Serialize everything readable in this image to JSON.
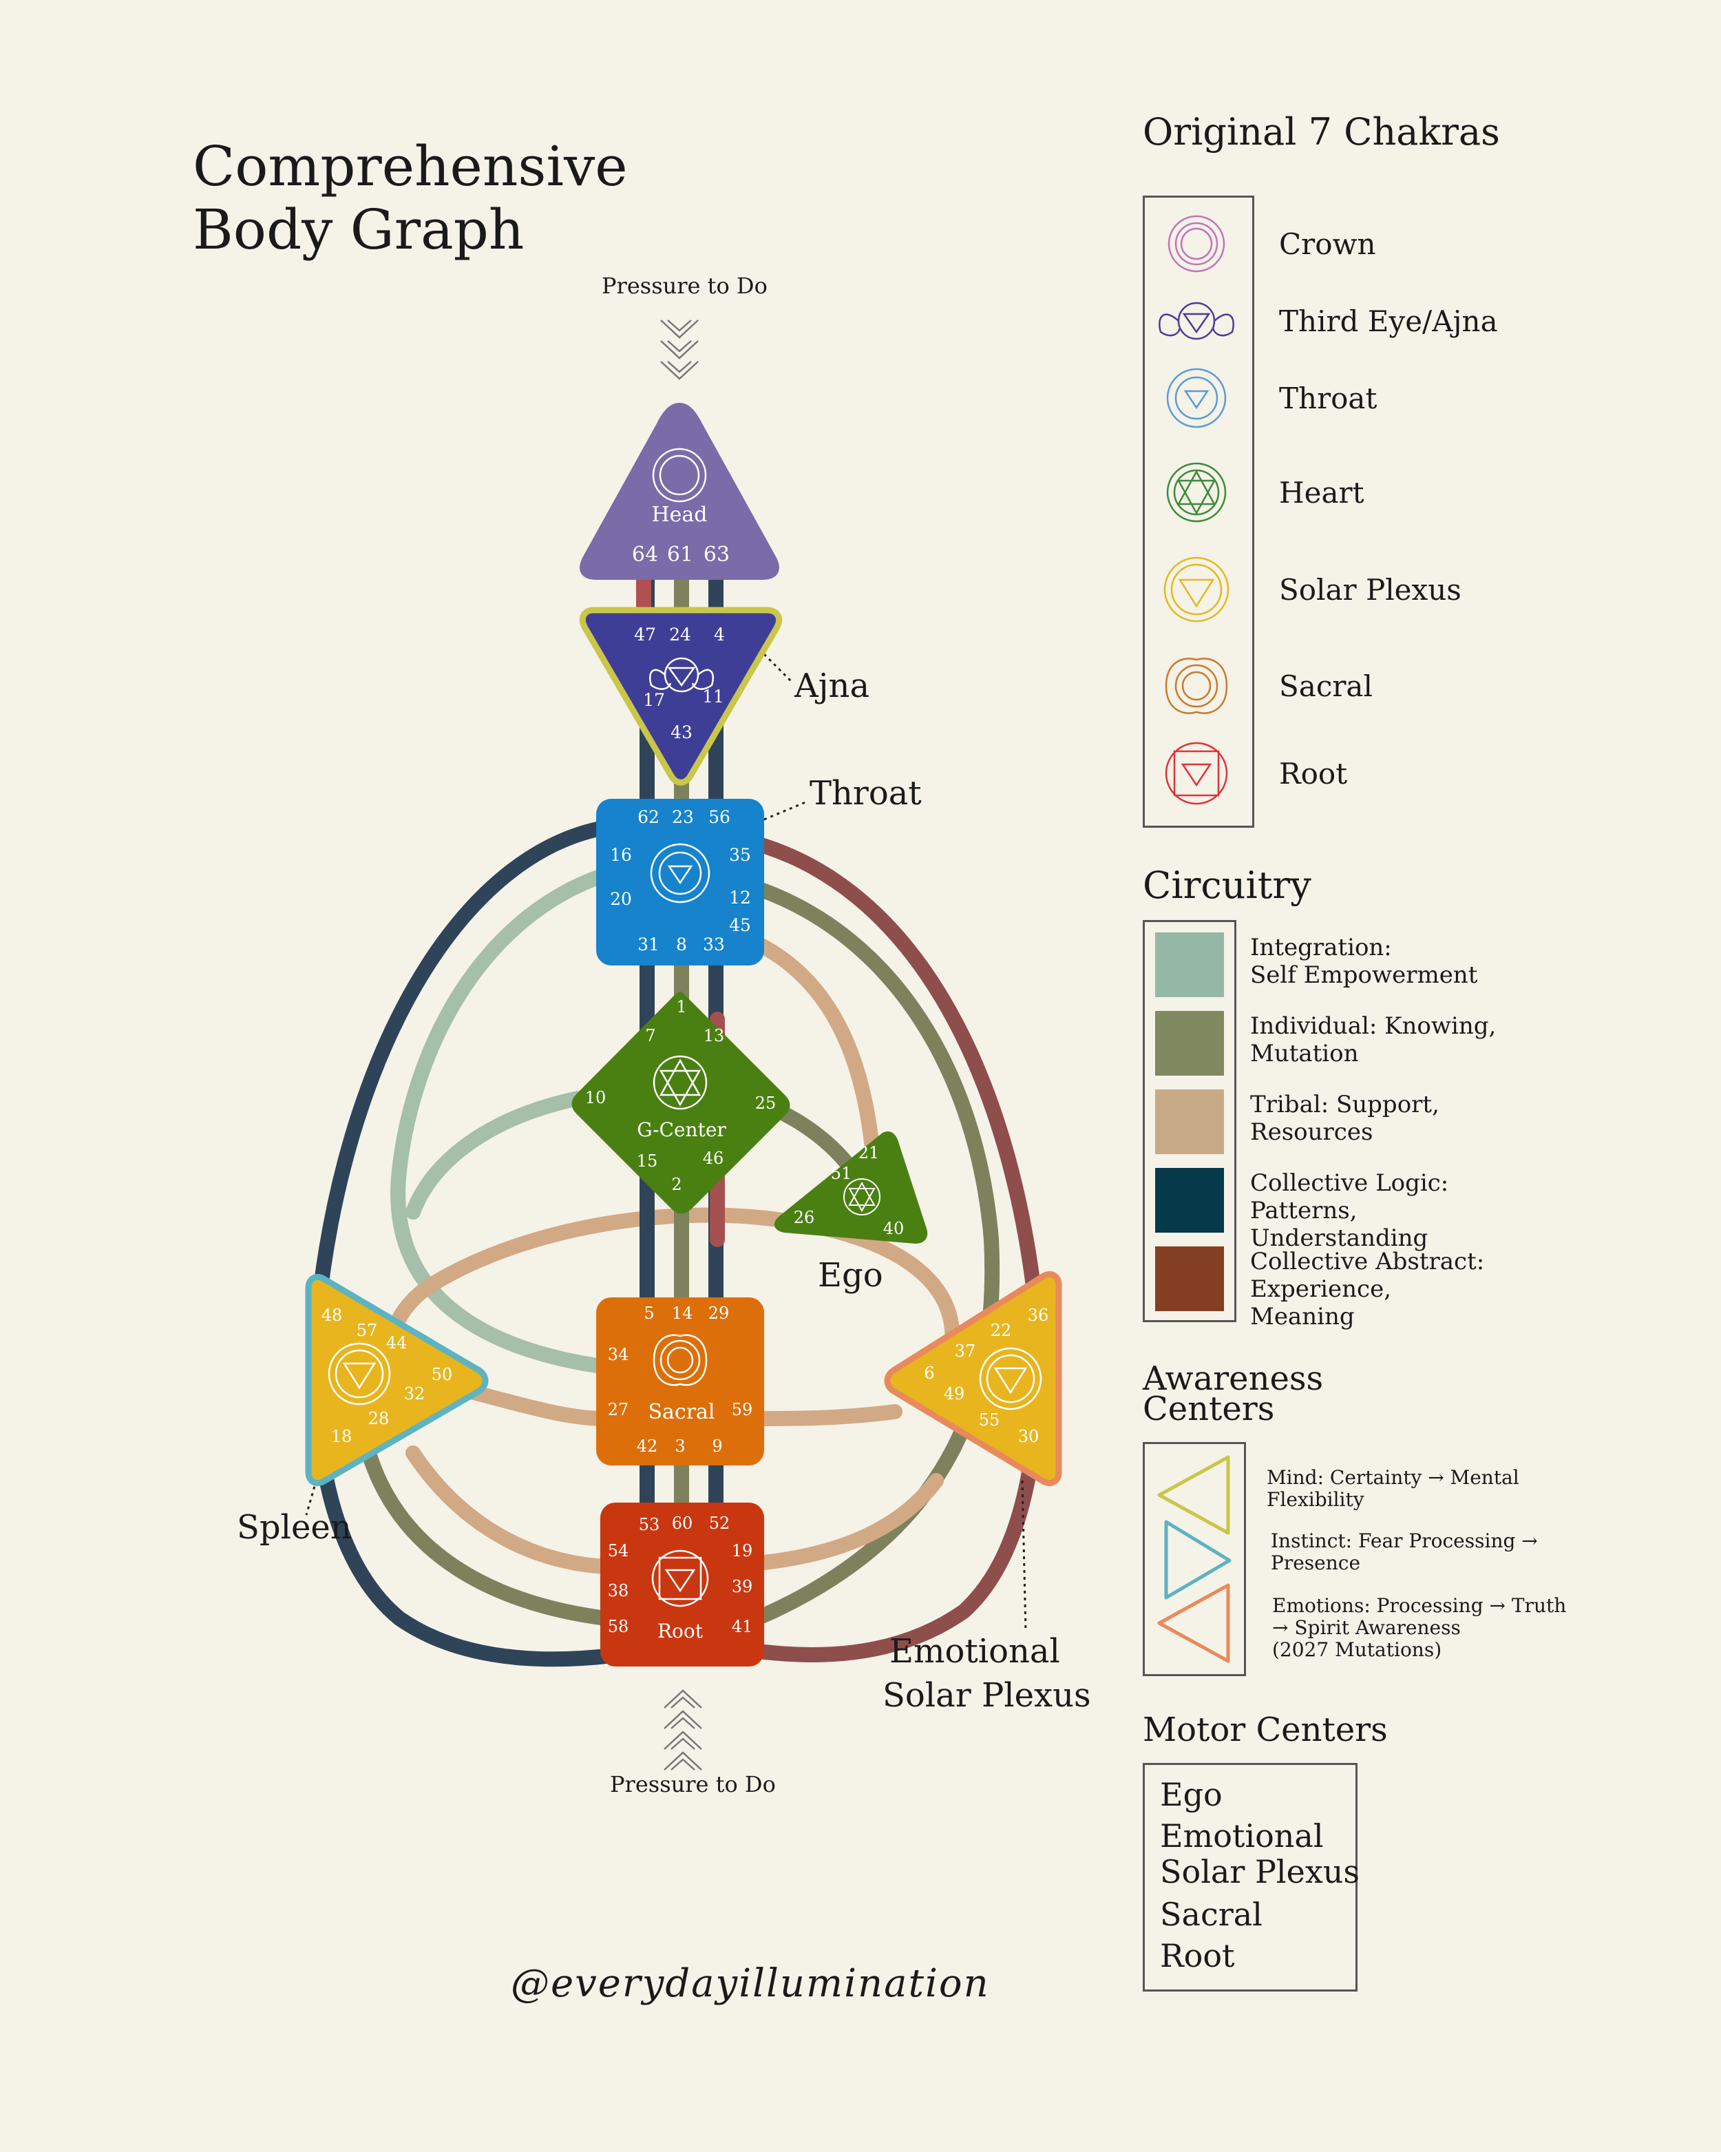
{
  "title": [
    "Comprehensive",
    "Body Graph"
  ],
  "pressure_top": "Pressure to Do",
  "pressure_bottom": "Pressure to Do",
  "signature": "@everydayillumination",
  "callouts": {
    "ajna": "Ajna",
    "throat": "Throat",
    "ego": "Ego",
    "spleen": "Spleen",
    "solar": [
      "Emotional",
      "Solar Plexus"
    ]
  },
  "centers": {
    "head": {
      "name": "Head",
      "color": "#7b6ba8",
      "gates": [
        "64",
        "61",
        "63"
      ]
    },
    "ajna": {
      "color": "#3f3e96",
      "border": "#c9c64a",
      "gates": [
        "47",
        "24",
        "4",
        "17",
        "11",
        "43"
      ]
    },
    "throat": {
      "color": "#1683cc",
      "gates": [
        "62",
        "23",
        "56",
        "16",
        "35",
        "20",
        "12",
        "45",
        "31",
        "8",
        "33"
      ]
    },
    "g": {
      "name": "G-Center",
      "color": "#4a8012",
      "gates": [
        "1",
        "7",
        "13",
        "10",
        "25",
        "15",
        "46",
        "2"
      ]
    },
    "ego": {
      "color": "#4a8012",
      "gates": [
        "21",
        "51",
        "26",
        "40"
      ]
    },
    "sacral": {
      "name": "Sacral",
      "color": "#dc6f0a",
      "gates": [
        "5",
        "14",
        "29",
        "34",
        "27",
        "59",
        "42",
        "3",
        "9"
      ]
    },
    "root": {
      "name": "Root",
      "color": "#c93710",
      "gates": [
        "53",
        "60",
        "52",
        "54",
        "19",
        "38",
        "39",
        "58",
        "41"
      ]
    },
    "spleen": {
      "color": "#e8b51f",
      "border": "#5cb3c2",
      "gates": [
        "48",
        "57",
        "44",
        "50",
        "32",
        "28",
        "18"
      ]
    },
    "solar": {
      "color": "#e8b51f",
      "border": "#e88a5c",
      "gates": [
        "36",
        "22",
        "37",
        "6",
        "49",
        "55",
        "30"
      ]
    }
  },
  "chakras": {
    "heading": "Original 7 Chakras",
    "items": [
      {
        "label": "Crown",
        "icon": "crown-chakra-icon",
        "color": "#c275b9"
      },
      {
        "label": "Third Eye/Ajna",
        "icon": "third-eye-chakra-icon",
        "color": "#4c3d96"
      },
      {
        "label": "Throat",
        "icon": "throat-chakra-icon",
        "color": "#5a9bd6"
      },
      {
        "label": "Heart",
        "icon": "heart-chakra-icon",
        "color": "#3e8a3a"
      },
      {
        "label": "Solar Plexus",
        "icon": "solar-plexus-chakra-icon",
        "color": "#e3b91c"
      },
      {
        "label": "Sacral",
        "icon": "sacral-chakra-icon",
        "color": "#c87a2a"
      },
      {
        "label": "Root",
        "icon": "root-chakra-icon",
        "color": "#e0323a"
      }
    ]
  },
  "circuitry": {
    "heading": "Circuitry",
    "items": [
      {
        "label": "Integration:\nSelf Empowerment",
        "color": "#94b8a5"
      },
      {
        "label": "Individual: Knowing,\nMutation",
        "color": "#80895f"
      },
      {
        "label": "Tribal: Support,\nResources",
        "color": "#c8aa86"
      },
      {
        "label": "Collective Logic: Patterns,\nUnderstanding",
        "color": "#06394a"
      },
      {
        "label": "Collective Abstract:\nExperience, Meaning",
        "color": "#843e24"
      }
    ]
  },
  "awareness": {
    "heading": [
      "Awareness",
      "Centers"
    ],
    "items": [
      {
        "label": "Mind: Certainty → Mental\nFlexibility",
        "color": "#c9c64a"
      },
      {
        "label": "Instinct: Fear Processing →\nPresence",
        "color": "#5cb3c2"
      },
      {
        "label": "Emotions: Processing → Truth\n→ Spirit Awareness\n     (2027 Mutations)",
        "color": "#e88a5c"
      }
    ]
  },
  "motor": {
    "heading": "Motor Centers",
    "items": [
      "Ego",
      "Emotional",
      "Solar Plexus",
      "Sacral",
      "Root"
    ]
  }
}
